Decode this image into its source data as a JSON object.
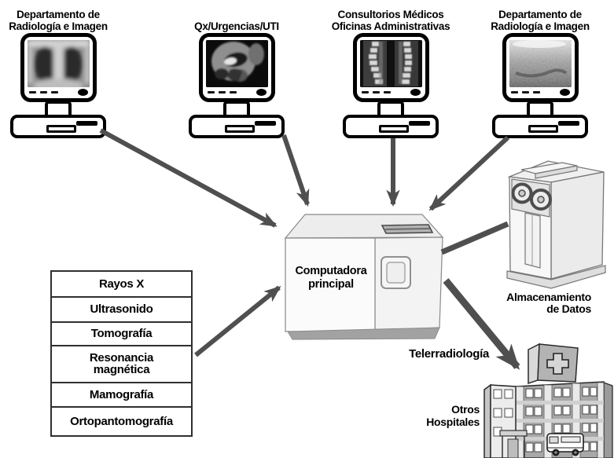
{
  "workstations": [
    {
      "label_lines": [
        "Departamento de",
        "Radiología e Imagen"
      ],
      "screen_type": "chest-xray"
    },
    {
      "label_lines": [
        "Qx/Urgencias/UTI"
      ],
      "screen_type": "brain-mri"
    },
    {
      "label_lines": [
        "Consultorios Médicos",
        "Oficinas Administrativas"
      ],
      "screen_type": "spine-xray"
    },
    {
      "label_lines": [
        "Departamento de",
        "Radiología e Imagen"
      ],
      "screen_type": "ultrasound"
    }
  ],
  "main_computer": {
    "label_lines": [
      "Computadora",
      "principal"
    ]
  },
  "modalities": [
    "Rayos X",
    "Ultrasonido",
    "Tomografía",
    "Resonancia magnética",
    "Mamografía",
    "Ortopantomografía"
  ],
  "storage": {
    "label_lines": [
      "Almacenamiento",
      "de Datos"
    ]
  },
  "teleradiology_label": "Telerradiología",
  "other_hospitals": {
    "label_lines": [
      "Otros",
      "Hospitales"
    ]
  },
  "colors": {
    "arrow": "#4f4f4f",
    "outline": "#000000",
    "background": "#ffffff",
    "text": "#000000"
  }
}
